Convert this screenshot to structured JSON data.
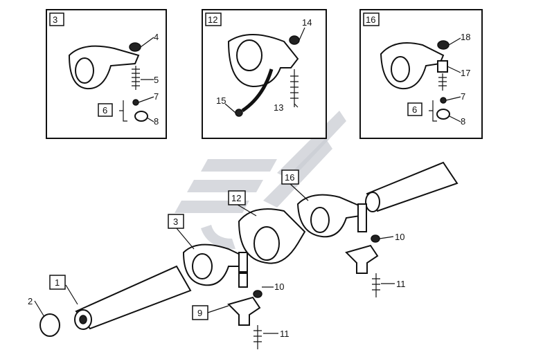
{
  "insets": [
    {
      "ref": "3",
      "callouts": [
        "4",
        "5",
        "7",
        "8"
      ],
      "group": "6"
    },
    {
      "ref": "12",
      "callouts": [
        "14",
        "15",
        "13"
      ]
    },
    {
      "ref": "16",
      "callouts": [
        "18",
        "17",
        "7",
        "8"
      ],
      "group": "6"
    }
  ],
  "main": {
    "boxed": [
      "1",
      "3",
      "12",
      "16",
      "9"
    ],
    "callouts": [
      "2",
      "10",
      "11",
      "10",
      "11"
    ]
  },
  "colors": {
    "line": "#111111",
    "watermark": "#c9ccd3"
  }
}
